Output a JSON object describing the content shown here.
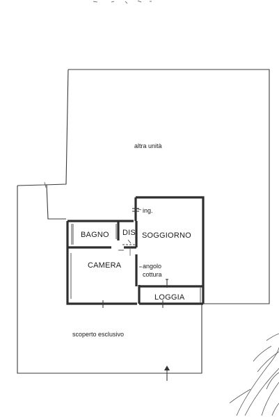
{
  "plan": {
    "other_unit_label": "altra unità",
    "entrance_label": "ing.",
    "rooms": {
      "bagno": "BAGNO",
      "dis": "DIS",
      "soggiorno": "SOGGIORNO",
      "camera": "CAMERA",
      "angolo_line1": "angolo",
      "angolo_line2": "cottura",
      "loggia": "LOGGIA"
    },
    "outdoor_label": "scoperto esclusivo"
  }
}
